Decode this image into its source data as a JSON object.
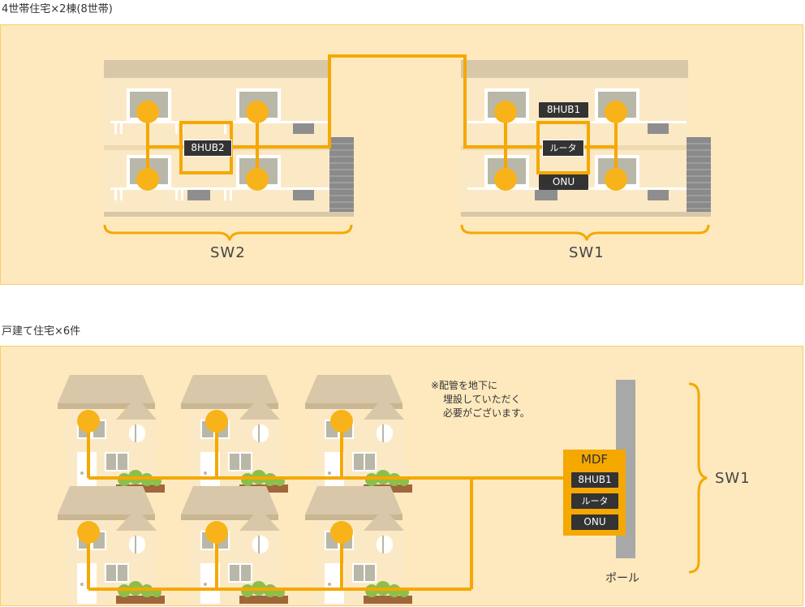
{
  "sections": {
    "apartment_title": "4世帯住宅×2棟(8世帯)",
    "house_title": "戸建て住宅×6件"
  },
  "apartment": {
    "sw2_label": "SW2",
    "sw1_label": "SW1",
    "hub2": "8HUB2",
    "hub1": "8HUB1",
    "router": "ルータ",
    "onu": "ONU"
  },
  "houses": {
    "note_lines": [
      "※配管を地下に",
      "埋設していただく",
      "必要がございます。"
    ],
    "mdf_title": "MDF",
    "hub1": "8HUB1",
    "router": "ルータ",
    "onu": "ONU",
    "pole_label": "ポール",
    "sw1_label": "SW1"
  },
  "colors": {
    "panel_bg": "#fde9bd",
    "cable": "#f5a800",
    "node": "#f8b31a",
    "tag_bg": "#333333"
  }
}
